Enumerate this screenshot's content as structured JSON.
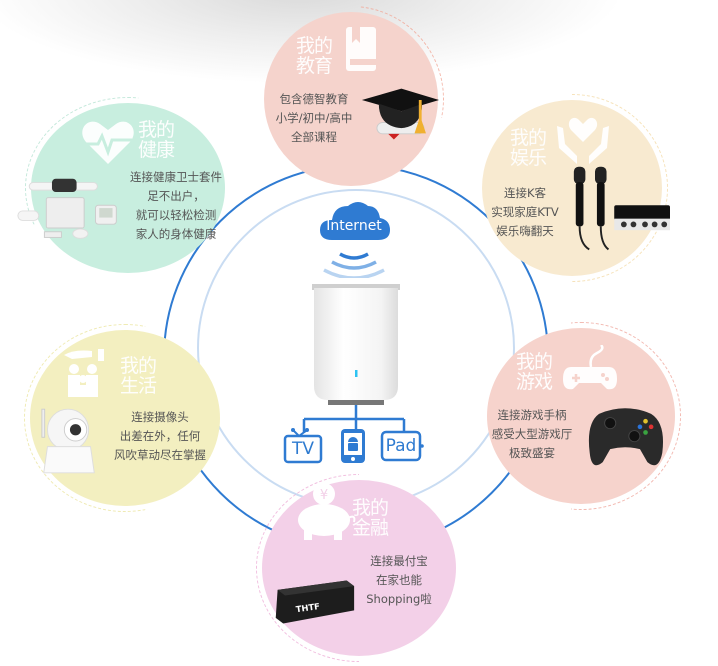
{
  "center": {
    "cloud_label": "Internet",
    "devices": [
      {
        "label": "TV",
        "icon": "tv-icon"
      },
      {
        "label": "",
        "icon": "android-phone-icon"
      },
      {
        "label": "Pad",
        "icon": "tablet-icon"
      }
    ],
    "hub": "router-box"
  },
  "colors": {
    "ring": "#2f7bd2",
    "ring_light": "#c9dcf2",
    "education": "#f5d3cc",
    "health": "#c8eedf",
    "entertainment": "#f8ead0",
    "life": "#f3efc0",
    "gaming": "#f6d3cc",
    "finance": "#f3d0e8"
  },
  "categories": {
    "education": {
      "title_l1": "我的",
      "title_l2": "教育",
      "icon": "book-icon",
      "lines": [
        "包含德智教育",
        "小学/初中/高中",
        "全部课程"
      ],
      "image": "graduation-cap"
    },
    "health": {
      "title_l1": "我的",
      "title_l2": "健康",
      "icon": "heartbeat-icon",
      "lines": [
        "连接健康卫士套件",
        "足不出户，",
        "就可以轻松检测",
        "家人的身体健康"
      ],
      "image": "health-devices"
    },
    "entertainment": {
      "title_l1": "我的",
      "title_l2": "娱乐",
      "icon": "heart-hands-icon",
      "lines": [
        "连接K客",
        "实现家庭KTV",
        "娱乐嗨翻天"
      ],
      "image": "karaoke-microphones"
    },
    "life": {
      "title_l1": "我的",
      "title_l2": "生活",
      "icon": "family-home-icon",
      "lines": [
        "连接摄像头",
        "出差在外，任何",
        "风吹草动尽在掌握"
      ],
      "image": "ip-camera"
    },
    "gaming": {
      "title_l1": "我的",
      "title_l2": "游戏",
      "icon": "gamepad-icon",
      "lines": [
        "连接游戏手柄",
        "感受大型游戏厅",
        "极致盛宴"
      ],
      "image": "game-controller"
    },
    "finance": {
      "title_l1": "我的",
      "title_l2": "金融",
      "icon": "piggy-bank-icon",
      "lines": [
        "连接最付宝",
        "在家也能",
        "Shopping啦"
      ],
      "image": "card-reader",
      "brand": "THTF"
    }
  }
}
